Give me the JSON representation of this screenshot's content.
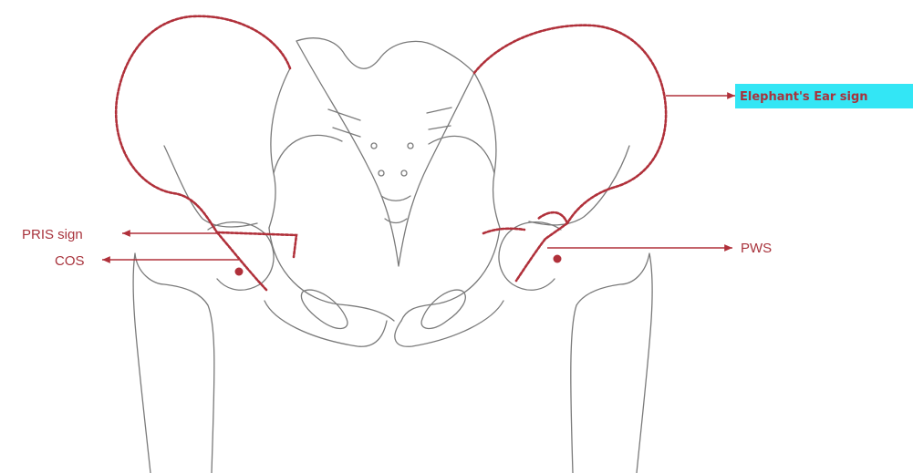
{
  "colors": {
    "annotation": "#b0303a",
    "label_text": "#a8333c",
    "bone_outline": "#7a7a7a",
    "highlight_box": "#33e6f5"
  },
  "labels": {
    "elephant_ear": "Elephant's Ear sign",
    "pris": "PRIS sign",
    "cos": "COS",
    "pws": "PWS"
  }
}
